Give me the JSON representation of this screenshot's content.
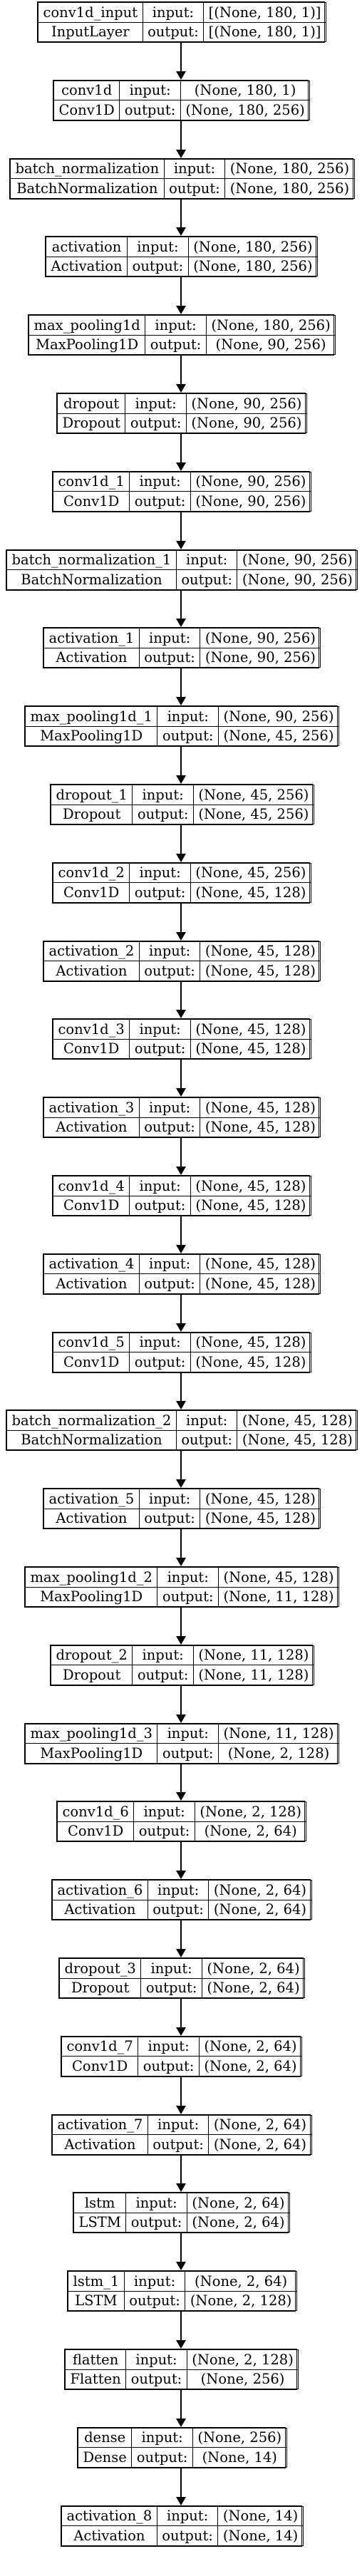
{
  "model_graph": {
    "layers": [
      {
        "name": "conv1d_input",
        "type": "InputLayer",
        "input": "[(None, 180, 1)]",
        "output": "[(None, 180, 1)]"
      },
      {
        "name": "conv1d",
        "type": "Conv1D",
        "input": "(None, 180, 1)",
        "output": "(None, 180, 256)"
      },
      {
        "name": "batch_normalization",
        "type": "BatchNormalization",
        "input": "(None, 180, 256)",
        "output": "(None, 180, 256)"
      },
      {
        "name": "activation",
        "type": "Activation",
        "input": "(None, 180, 256)",
        "output": "(None, 180, 256)"
      },
      {
        "name": "max_pooling1d",
        "type": "MaxPooling1D",
        "input": "(None, 180, 256)",
        "output": "(None, 90, 256)"
      },
      {
        "name": "dropout",
        "type": "Dropout",
        "input": "(None, 90, 256)",
        "output": "(None, 90, 256)"
      },
      {
        "name": "conv1d_1",
        "type": "Conv1D",
        "input": "(None, 90, 256)",
        "output": "(None, 90, 256)"
      },
      {
        "name": "batch_normalization_1",
        "type": "BatchNormalization",
        "input": "(None, 90, 256)",
        "output": "(None, 90, 256)"
      },
      {
        "name": "activation_1",
        "type": "Activation",
        "input": "(None, 90, 256)",
        "output": "(None, 90, 256)"
      },
      {
        "name": "max_pooling1d_1",
        "type": "MaxPooling1D",
        "input": "(None, 90, 256)",
        "output": "(None, 45, 256)"
      },
      {
        "name": "dropout_1",
        "type": "Dropout",
        "input": "(None, 45, 256)",
        "output": "(None, 45, 256)"
      },
      {
        "name": "conv1d_2",
        "type": "Conv1D",
        "input": "(None, 45, 256)",
        "output": "(None, 45, 128)"
      },
      {
        "name": "activation_2",
        "type": "Activation",
        "input": "(None, 45, 128)",
        "output": "(None, 45, 128)"
      },
      {
        "name": "conv1d_3",
        "type": "Conv1D",
        "input": "(None, 45, 128)",
        "output": "(None, 45, 128)"
      },
      {
        "name": "activation_3",
        "type": "Activation",
        "input": "(None, 45, 128)",
        "output": "(None, 45, 128)"
      },
      {
        "name": "conv1d_4",
        "type": "Conv1D",
        "input": "(None, 45, 128)",
        "output": "(None, 45, 128)"
      },
      {
        "name": "activation_4",
        "type": "Activation",
        "input": "(None, 45, 128)",
        "output": "(None, 45, 128)"
      },
      {
        "name": "conv1d_5",
        "type": "Conv1D",
        "input": "(None, 45, 128)",
        "output": "(None, 45, 128)"
      },
      {
        "name": "batch_normalization_2",
        "type": "BatchNormalization",
        "input": "(None, 45, 128)",
        "output": "(None, 45, 128)"
      },
      {
        "name": "activation_5",
        "type": "Activation",
        "input": "(None, 45, 128)",
        "output": "(None, 45, 128)"
      },
      {
        "name": "max_pooling1d_2",
        "type": "MaxPooling1D",
        "input": "(None, 45, 128)",
        "output": "(None, 11, 128)"
      },
      {
        "name": "dropout_2",
        "type": "Dropout",
        "input": "(None, 11, 128)",
        "output": "(None, 11, 128)"
      },
      {
        "name": "max_pooling1d_3",
        "type": "MaxPooling1D",
        "input": "(None, 11, 128)",
        "output": "(None, 2, 128)"
      },
      {
        "name": "conv1d_6",
        "type": "Conv1D",
        "input": "(None, 2, 128)",
        "output": "(None, 2, 64)"
      },
      {
        "name": "activation_6",
        "type": "Activation",
        "input": "(None, 2, 64)",
        "output": "(None, 2, 64)"
      },
      {
        "name": "dropout_3",
        "type": "Dropout",
        "input": "(None, 2, 64)",
        "output": "(None, 2, 64)"
      },
      {
        "name": "conv1d_7",
        "type": "Conv1D",
        "input": "(None, 2, 64)",
        "output": "(None, 2, 64)"
      },
      {
        "name": "activation_7",
        "type": "Activation",
        "input": "(None, 2, 64)",
        "output": "(None, 2, 64)"
      },
      {
        "name": "lstm",
        "type": "LSTM",
        "input": "(None, 2, 64)",
        "output": "(None, 2, 64)"
      },
      {
        "name": "lstm_1",
        "type": "LSTM",
        "input": "(None, 2, 64)",
        "output": "(None, 2, 128)"
      },
      {
        "name": "flatten",
        "type": "Flatten",
        "input": "(None, 2, 128)",
        "output": "(None, 256)"
      },
      {
        "name": "dense",
        "type": "Dense",
        "input": "(None, 256)",
        "output": "(None, 14)"
      },
      {
        "name": "activation_8",
        "type": "Activation",
        "input": "(None, 14)",
        "output": "(None, 14)"
      }
    ],
    "input_label": "input:",
    "output_label": "output:"
  }
}
